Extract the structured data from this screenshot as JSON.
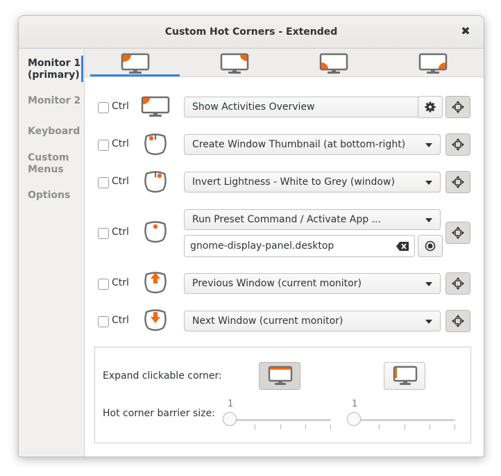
{
  "window": {
    "title": "Custom Hot Corners - Extended",
    "close_glyph": "✖"
  },
  "sidebar": {
    "items": [
      {
        "label_line1": "Monitor 1",
        "label_line2": "(primary)",
        "active": true
      },
      {
        "label": "Monitor 2"
      },
      {
        "label": "Keyboard"
      },
      {
        "label_line1": "Custom",
        "label_line2": "Menus"
      },
      {
        "label": "Options"
      }
    ]
  },
  "tabs": [
    {
      "icon": "monitor-corner-top-left-icon"
    },
    {
      "icon": "monitor-corner-top-right-icon"
    },
    {
      "icon": "monitor-corner-bottom-left-icon"
    },
    {
      "icon": "monitor-corner-bottom-right-icon"
    }
  ],
  "rows": [
    {
      "ctrl": "Ctrl",
      "icon": "monitor-corner-icon",
      "action": "Show Activities Overview",
      "settings_icon": "gear-icon"
    },
    {
      "ctrl": "Ctrl",
      "icon": "mouse-primary-click-icon",
      "action": "Create Window Thumbnail (at bottom-right)"
    },
    {
      "ctrl": "Ctrl",
      "icon": "mouse-secondary-click-icon",
      "action": "Invert Lightness - White to Grey (window)"
    },
    {
      "ctrl": "Ctrl",
      "icon": "mouse-middle-click-icon",
      "action": "Run Preset Command / Activate App ...",
      "command": "gnome-display-panel.desktop"
    },
    {
      "ctrl": "Ctrl",
      "icon": "mouse-scroll-up-icon",
      "action": "Previous Window (current monitor)"
    },
    {
      "ctrl": "Ctrl",
      "icon": "mouse-scroll-down-icon",
      "action": "Next Window (current monitor)"
    }
  ],
  "bottom": {
    "expand_label": "Expand clickable corner:",
    "barrier_label": "Hot corner barrier size:",
    "slider1_value": "1",
    "slider2_value": "1",
    "horizontal_expanded": true,
    "vertical_expanded": false
  },
  "colors": {
    "accent": "#3584e4",
    "corner": "#f06a12",
    "icon_gray": "#6e6e6e"
  }
}
